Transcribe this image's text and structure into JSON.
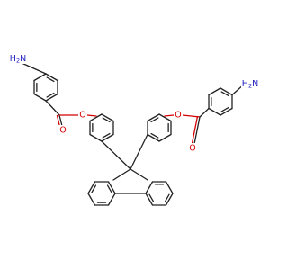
{
  "molecule": {
    "atom_colors": {
      "C": "#222222",
      "O": "#d40000",
      "N": "#2020c0"
    },
    "labels": {
      "amine_left": {
        "prefix": "H",
        "sub": "2",
        "suffix": "N"
      },
      "amine_right": {
        "prefix": "H",
        "sub": "2",
        "suffix": "N"
      },
      "ester_left_carbonyl_o": "O",
      "ester_left_ether_o": "O",
      "ester_right_carbonyl_o": "O",
      "ester_right_ether_o": "O"
    }
  }
}
